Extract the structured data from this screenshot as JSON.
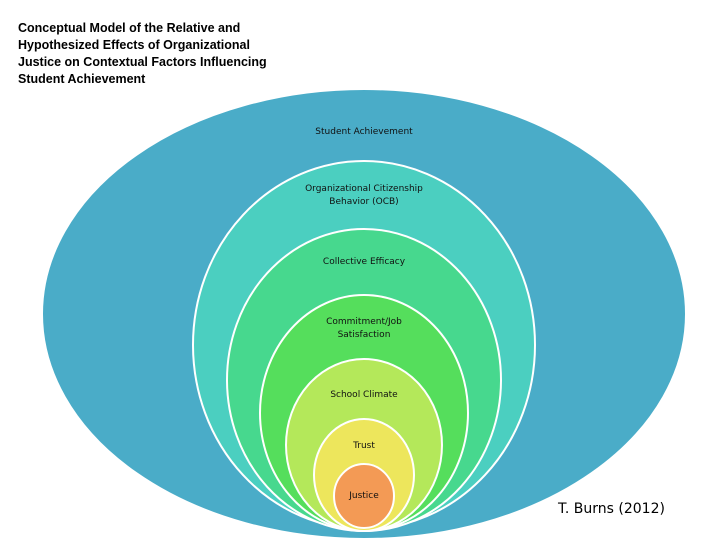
{
  "title": "Conceptual Model of the Relative and\nHypothesized Effects of Organizational\nJustice on Contextual Factors Influencing\nStudent Achievement",
  "credit": "T. Burns (2012)",
  "layers": [
    {
      "label": "Student Achievement",
      "color": "#4aacc8"
    },
    {
      "label": "Organizational Citizenship\nBehavior (OCB)",
      "color": "#4bcfc0"
    },
    {
      "label": "Collective Efficacy",
      "color": "#47d88e"
    },
    {
      "label": "Commitment/Job\nSatisfaction",
      "color": "#55de5c"
    },
    {
      "label": "School Climate",
      "color": "#b4e85a"
    },
    {
      "label": "Trust",
      "color": "#ede65c"
    },
    {
      "label": "Justice",
      "color": "#f39a55"
    }
  ]
}
